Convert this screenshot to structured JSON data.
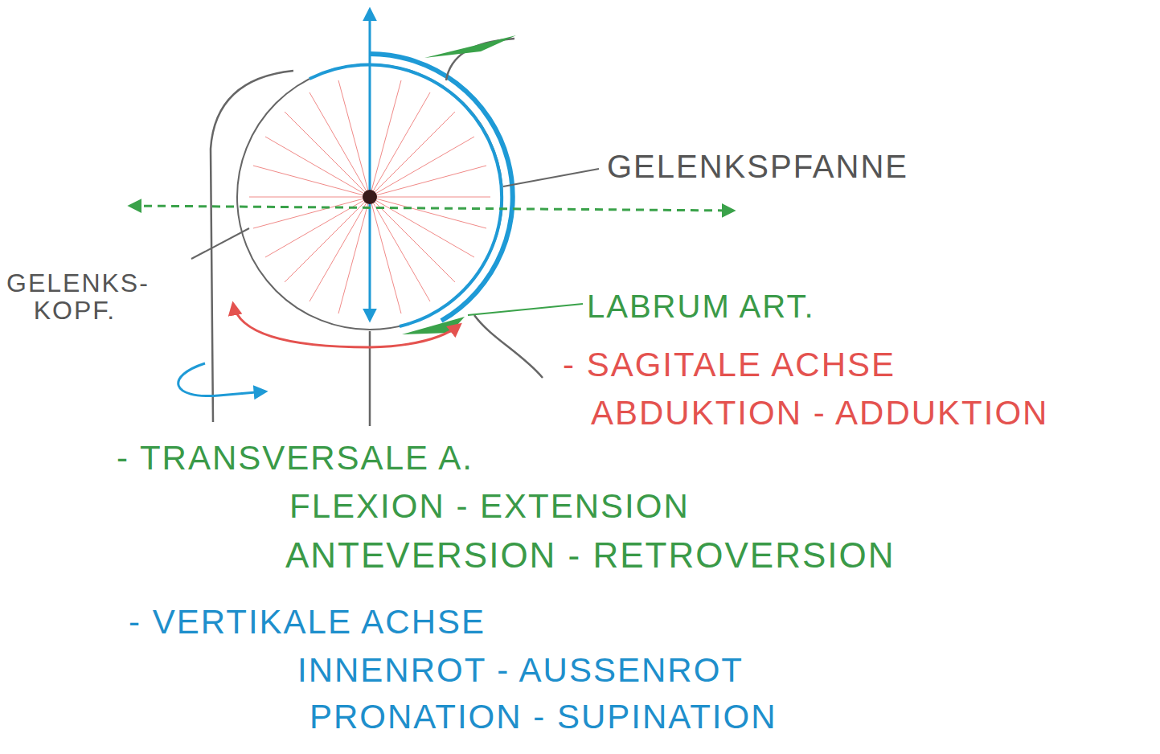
{
  "diagram": {
    "labels": [
      "GELENKSPFANNE",
      "GELENKS- KOPF.",
      "LABRUM ART.",
      "- SAGITALE ACHSE",
      "ABDUKTION - ADDUKTION",
      "- TRANSVERSALE A.",
      "FLEXION - EXTENSION",
      "ANTEVERSION - RETROVERSION",
      "- VERTIKALE ACHSE",
      "INNENROT - AUSSENROT",
      "PRONATION - SUPINATION"
    ]
  }
}
